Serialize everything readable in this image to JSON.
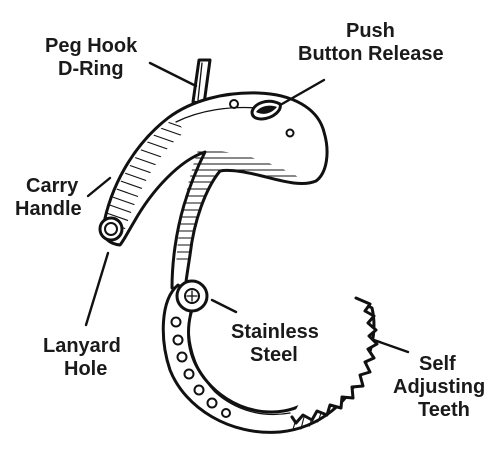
{
  "labels": {
    "peg_hook": [
      "Peg Hook",
      "D-Ring"
    ],
    "push_button": [
      "Push",
      "Button Release"
    ],
    "carry_handle": [
      "Carry",
      "Handle"
    ],
    "lanyard_hole": [
      "Lanyard",
      "Hole"
    ],
    "stainless_steel": [
      "Stainless",
      "Steel"
    ],
    "self_adjusting": [
      "Self",
      "Adjusting",
      "Teeth"
    ]
  }
}
